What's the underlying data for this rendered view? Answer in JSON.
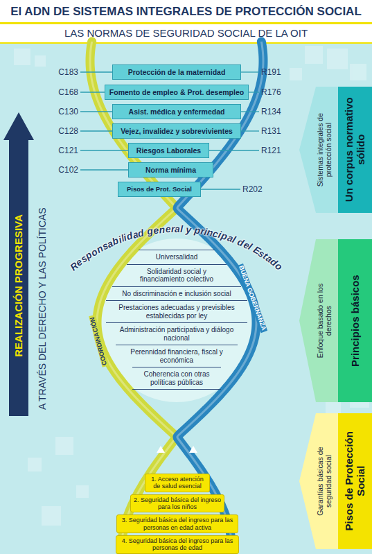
{
  "diagram": {
    "title": "El ADN DE SISTEMAS INTEGRALES DE PROTECCIÓN SOCIAL",
    "nodes": [
      {
        "text": [
          "Protección de la maternidad"
        ]
      },
      {
        "text": [
          "Fomento de empleo & Prot. desempleo"
        ]
      },
      {
        "text": [
          "Asist. médica y enfermedad"
        ]
      },
      {
        "text": [
          "Vejez, invalidez y sobrevivientes"
        ]
      },
      {
        "text": [
          "Riesgos Laborales"
        ]
      },
      {
        "text": [
          "Norma mínima"
        ]
      },
      {
        "text": [
          "Pisos de Prot. Social"
        ]
      },
      {
        "text": [
          "Universalidad"
        ]
      },
      {
        "text": [
          "Solidaridad social y financiamiento colectivo"
        ]
      },
      {
        "text": [
          "No discriminación e inclusión social"
        ]
      },
      {
        "text": [
          "Prestaciones adecuadas y previsibles establecidas por ley"
        ]
      },
      {
        "text": [
          "Administración participativa y diálogo nacional"
        ]
      },
      {
        "text": [
          "Perennidad financiera, fiscal y económica"
        ]
      },
      {
        "text": [
          "Coherencia con otras políticas públicas"
        ]
      },
      {
        "text": [
          "1. Acceso atención de salud esencial"
        ]
      },
      {
        "text": [
          "2. Seguridad básica del ingreso para los niños"
        ]
      },
      {
        "text": [
          "3. Seguridad básica del ingreso para las personas en edad activa"
        ]
      },
      {
        "text": [
          "4. Seguridad básica del ingreso para las personas de edad"
        ]
      },
      {
        "text": [
          "Sistemas integrales de protección social",
          "Un corpus normativo sólido"
        ]
      },
      {
        "text": [
          "Enfoque basado en los derechos",
          "Principios básicos"
        ]
      },
      {
        "text": [
          "Garantías básicas de seguridad social",
          "Pisos de Protección Social"
        ]
      },
      {
        "text": [
          "REALIZACIÓN PROGRESIVA"
        ]
      }
    ],
    "labels": [
      "LAS NORMAS DE SEGURIDAD SOCIAL DE LA OIT",
      "C183",
      "R191",
      "C168",
      "R176",
      "C130",
      "R134",
      "C128",
      "R131",
      "C121",
      "R121",
      "C102",
      "R202",
      "Responsabilidad general y principal del Estado",
      "COORDINACIÓN",
      "BUENA GOBERNANZA",
      "A TRAVÉS DEL DERECHO Y LAS POLÍTICAS"
    ]
  }
}
